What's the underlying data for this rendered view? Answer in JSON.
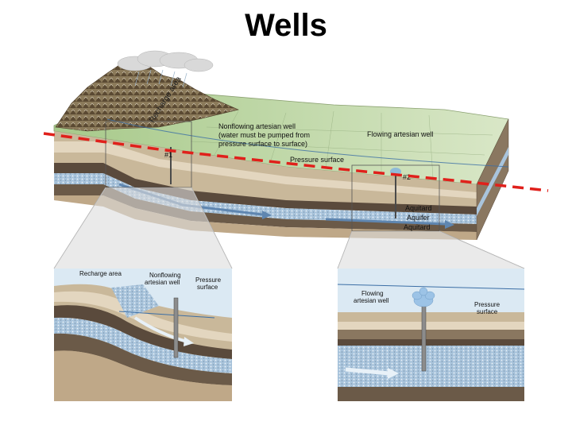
{
  "title": "Wells",
  "block": {
    "recharge_area": "Recharge area",
    "nonflowing_well_line1": "Nonflowing artesian well",
    "nonflowing_well_line2": "(water must be pumped from",
    "nonflowing_well_line3": "pressure surface to surface)",
    "flowing_well": "Flowing artesian well",
    "pressure_surface": "Pressure surface",
    "well_1_marker": "#1",
    "well_2_marker": "#2",
    "layers": [
      "Aquitard",
      "Aquifer",
      "Aquitard"
    ]
  },
  "inset_left": {
    "recharge_area": "Recharge area",
    "well_line1": "Nonflowing",
    "well_line2": "artesian well",
    "pressure_line1": "Pressure",
    "pressure_line2": "surface"
  },
  "inset_right": {
    "well_line1": "Flowing",
    "well_line2": "artesian well",
    "pressure_line1": "Pressure",
    "pressure_line2": "surface"
  },
  "colors": {
    "dashed_line": "#e0201b",
    "aquifer": "#a9c4dc",
    "aquitard_dark": "#5a4a3c",
    "aquitard_light": "#c9b89a",
    "ground_green": "#b8d39a",
    "sky_blue": "#dbe9f3"
  }
}
